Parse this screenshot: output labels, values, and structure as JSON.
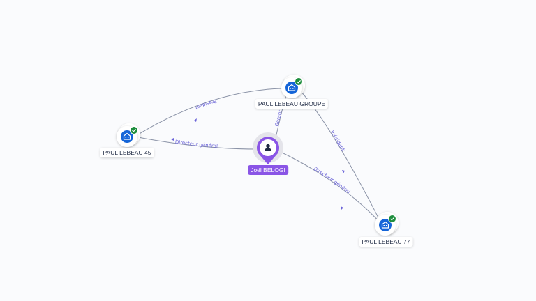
{
  "colors": {
    "company_icon": "#1565d8",
    "check_badge": "#1e8e3e",
    "person": "#8a55e6",
    "edge": "#8b93a7",
    "edge_label": "#6b64d8"
  },
  "nodes": {
    "groupe": {
      "label": "PAUL LEBEAU GROUPE",
      "icon": "company-building-icon",
      "verified": true
    },
    "p45": {
      "label": "PAUL LEBEAU 45",
      "icon": "company-building-icon",
      "verified": true
    },
    "p77": {
      "label": "PAUL LEBEAU 77",
      "icon": "company-building-icon",
      "verified": true
    },
    "person": {
      "label": "Joël BELOGI",
      "icon": "person-icon"
    }
  },
  "edges": {
    "groupe_p45": "Président",
    "person_p45": "Directeur général",
    "person_groupe": "Gérant",
    "groupe_p77": "Président",
    "person_p77": "Directeur général"
  }
}
